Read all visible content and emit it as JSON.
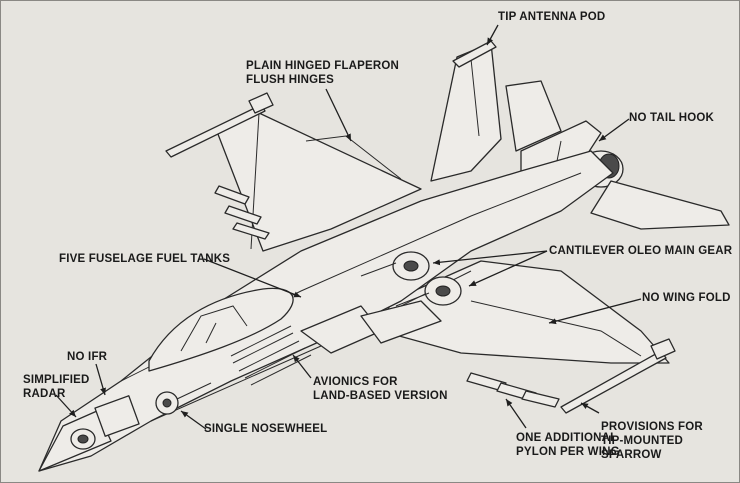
{
  "labels": {
    "tip_antenna_pod": "TIP ANTENNA POD",
    "flaperon": [
      "PLAIN HINGED FLAPERON",
      "FLUSH HINGES"
    ],
    "no_tail_hook": "NO TAIL HOOK",
    "fuel_tanks": "FIVE FUSELAGE FUEL TANKS",
    "main_gear": "CANTILEVER OLEO MAIN GEAR",
    "no_wing_fold": "NO WING FOLD",
    "no_ifr": "NO IFR",
    "radar": [
      "SIMPLIFIED",
      "RADAR"
    ],
    "avionics": [
      "AVIONICS FOR",
      "LAND-BASED VERSION"
    ],
    "nosewheel": "SINGLE NOSEWHEEL",
    "pylon": [
      "ONE ADDITIONAL",
      "PYLON PER WING"
    ],
    "sparrow": [
      "PROVISIONS FOR",
      "TIP-MOUNTED",
      "SPARROW"
    ]
  },
  "colors": {
    "paper": "#e6e4df",
    "ink": "#1f1f1f",
    "fill": "#eeece8"
  }
}
